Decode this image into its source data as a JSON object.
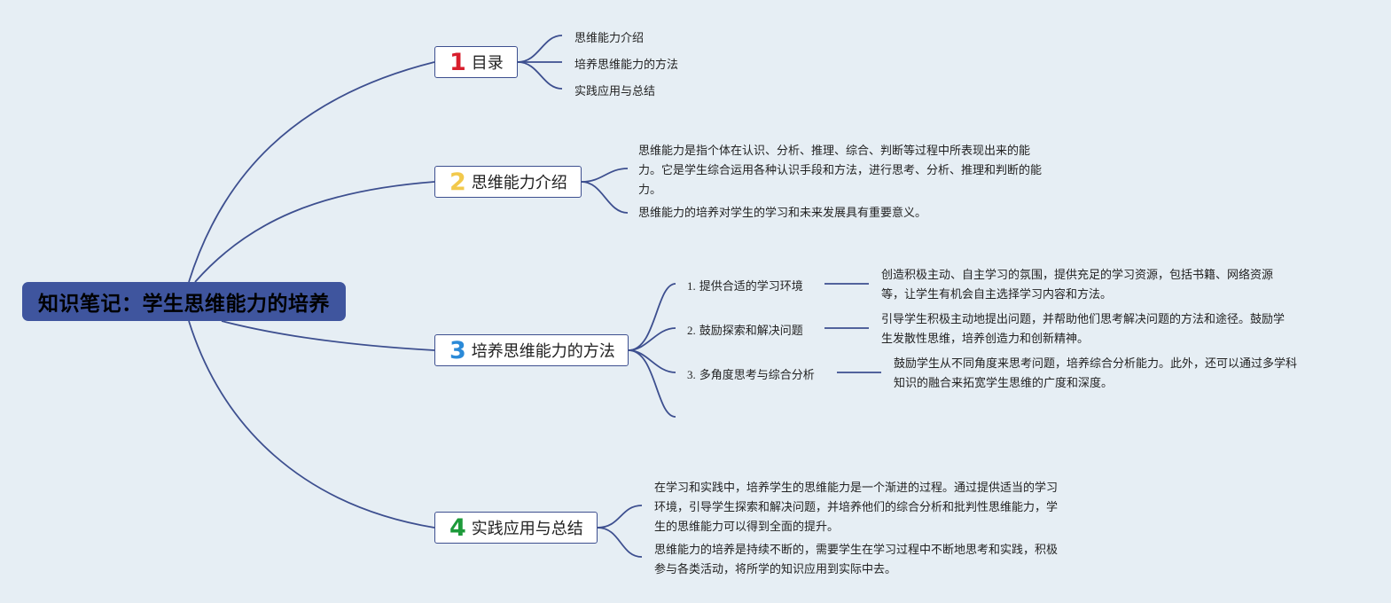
{
  "root": {
    "title": "知识笔记：学生思维能力的培养"
  },
  "topics": [
    {
      "number": "1",
      "number_color": "#d81e2c",
      "title": "目录",
      "items": [
        "思维能力介绍",
        "培养思维能力的方法",
        "实践应用与总结"
      ]
    },
    {
      "number": "2",
      "number_color": "#f2c94c",
      "title": "思维能力介绍",
      "paragraphs": [
        [
          "思维能力是指个体在认识、分析、推理、综合、判断等过程中所表现出来的能",
          "力。它是学生综合运用各种认识手段和方法，进行思考、分析、推理和判断的能",
          "力。"
        ],
        [
          "思维能力的培养对学生的学习和未来发展具有重要意义。"
        ]
      ]
    },
    {
      "number": "3",
      "number_color": "#2b8ad8",
      "title": "培养思维能力的方法",
      "subtopics": [
        {
          "num": "1.",
          "label": "提供合适的学习环境",
          "detail": [
            "创造积极主动、自主学习的氛围，提供充足的学习资源，包括书籍、网络资源",
            "等，让学生有机会自主选择学习内容和方法。"
          ]
        },
        {
          "num": "2.",
          "label": "鼓励探索和解决问题",
          "detail": [
            "引导学生积极主动地提出问题，并帮助他们思考解决问题的方法和途径。鼓励学",
            "生发散性思维，培养创造力和创新精神。"
          ]
        },
        {
          "num": "3.",
          "label": "多角度思考与综合分析",
          "detail": [
            "鼓励学生从不同角度来思考问题，培养综合分析能力。此外，还可以通过多学科",
            "知识的融合来拓宽学生思维的广度和深度。"
          ]
        }
      ]
    },
    {
      "number": "4",
      "number_color": "#1d9a3a",
      "title": "实践应用与总结",
      "paragraphs": [
        [
          "在学习和实践中，培养学生的思维能力是一个渐进的过程。通过提供适当的学习",
          "环境，引导学生探索和解决问题，并培养他们的综合分析和批判性思维能力，学",
          "生的思维能力可以得到全面的提升。"
        ],
        [
          "思维能力的培养是持续不断的，需要学生在学习过程中不断地思考和实践，积极",
          "参与各类活动，将所学的知识应用到实际中去。"
        ]
      ]
    }
  ],
  "colors": {
    "connector": "#3d4f8f",
    "root_fill": "#3f559e",
    "background": "#e6eef4"
  }
}
